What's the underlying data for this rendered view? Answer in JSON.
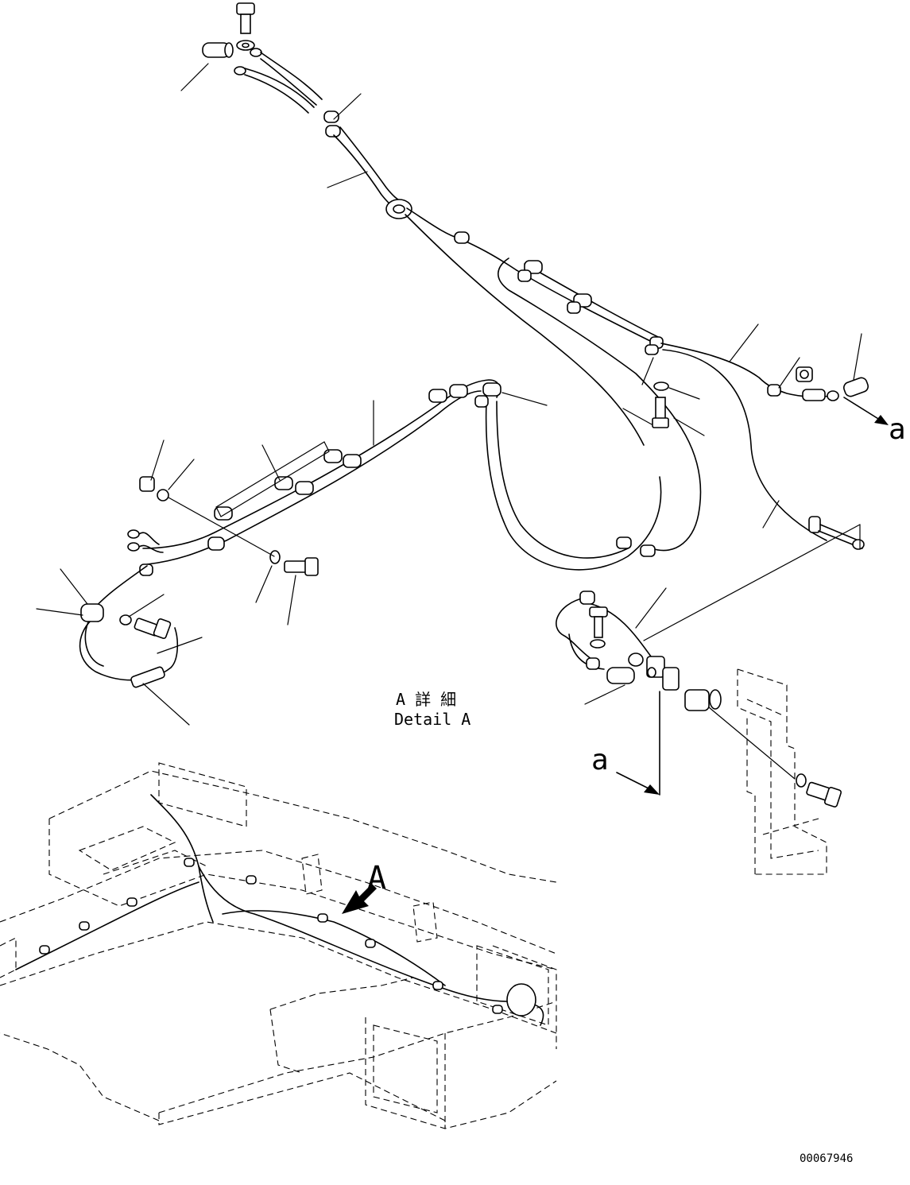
{
  "detail_label": {
    "line1": "A 詳 細",
    "line2": "Detail A"
  },
  "view_markers": {
    "a_top": "a",
    "a_bottom": "a",
    "A_arrow": "A"
  },
  "drawing_number": "00067946"
}
